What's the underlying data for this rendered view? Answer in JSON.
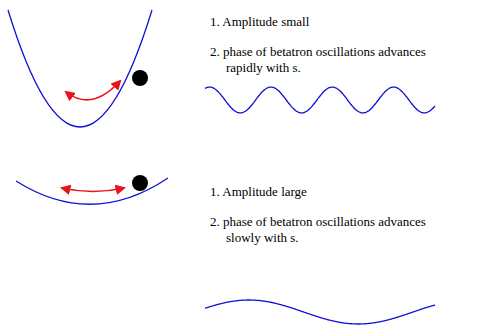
{
  "diagram": {
    "labels": [
      "1. Amplitude small",
      "2. phase of betatron oscillations advances rapidly with s.",
      "1. Amplitude large",
      "2. phase of betatron oscillations advances slowly with s."
    ]
  }
}
